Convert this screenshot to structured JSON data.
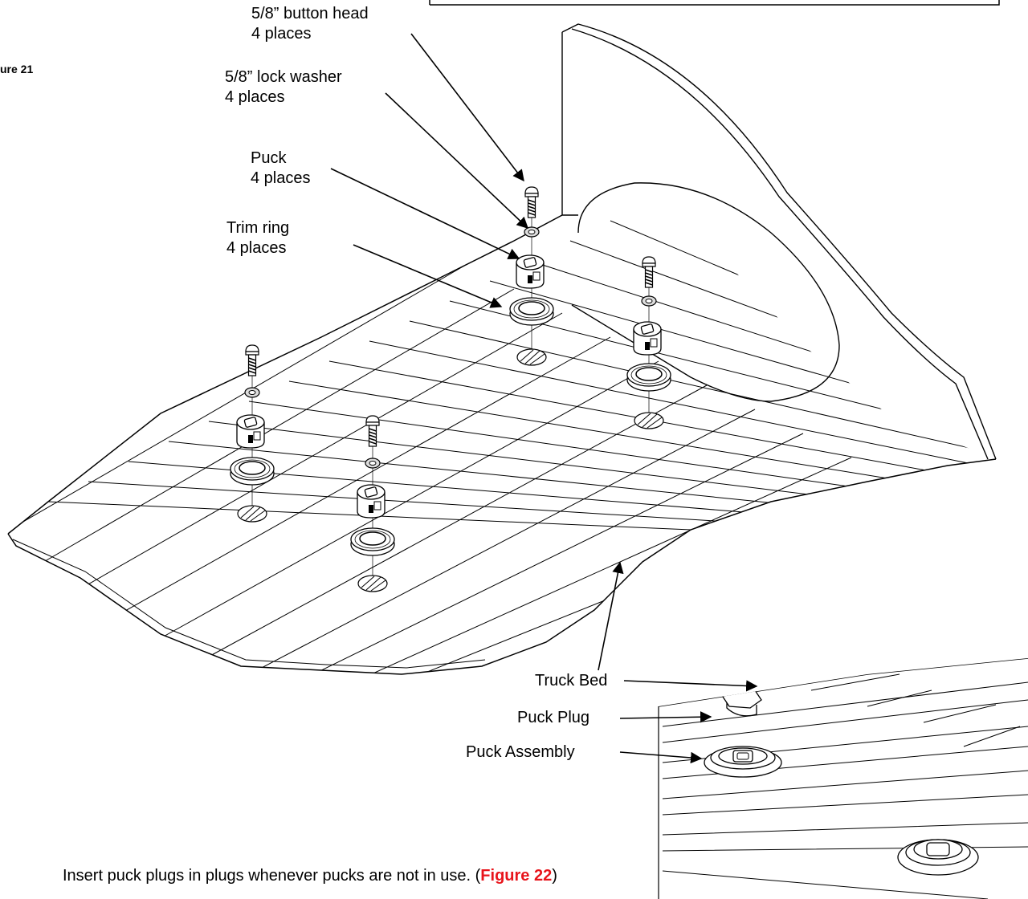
{
  "figure_label": "ure 21",
  "callouts": {
    "button_head": [
      "5/8”  button head",
      "4 places"
    ],
    "lock_washer": [
      "5/8”  lock washer",
      "4 places"
    ],
    "puck": [
      "Puck",
      "4 places"
    ],
    "trim_ring": [
      "Trim ring",
      "4 places"
    ]
  },
  "detail_labels": {
    "truck_bed": "Truck Bed",
    "puck_plug": "Puck Plug",
    "puck_assembly": "Puck Assembly"
  },
  "caption": {
    "text": "Insert puck plugs in plugs whenever pucks are not in use. (",
    "ref": "Figure 22",
    "end": ")"
  },
  "colors": {
    "ink": "#000000",
    "reference": "#e8141b",
    "background": "#ffffff"
  },
  "icons": [
    "button-head-screw-icon",
    "lock-washer-icon",
    "puck-icon",
    "trim-ring-icon",
    "bed-hole-icon",
    "puck-plug-icon"
  ]
}
